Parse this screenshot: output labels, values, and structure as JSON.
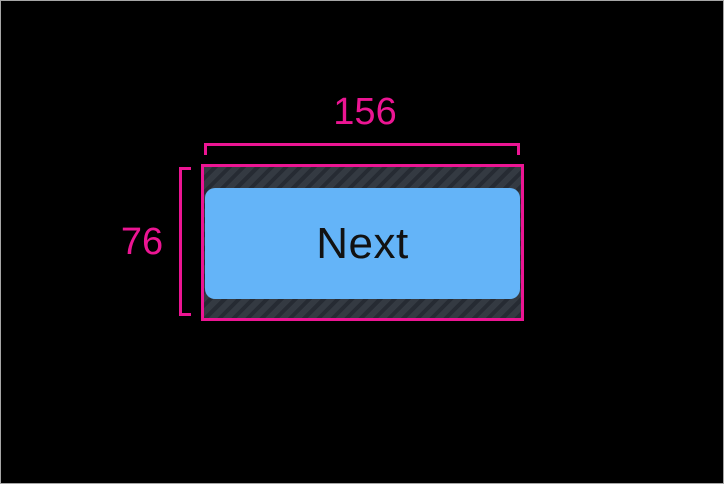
{
  "window": {
    "background_color": "#000000",
    "frame_border_color": "#a6a6a6"
  },
  "dimension_annotations": {
    "accent_color": "#ec1593",
    "width": {
      "label": "156"
    },
    "height": {
      "label": "76"
    }
  },
  "touch_target": {
    "hatch_base_color": "#343a42",
    "hatch_stripe_color": "#262b33"
  },
  "button": {
    "label": "Next",
    "fill_color": "#64b4f8",
    "text_color": "#121212"
  }
}
